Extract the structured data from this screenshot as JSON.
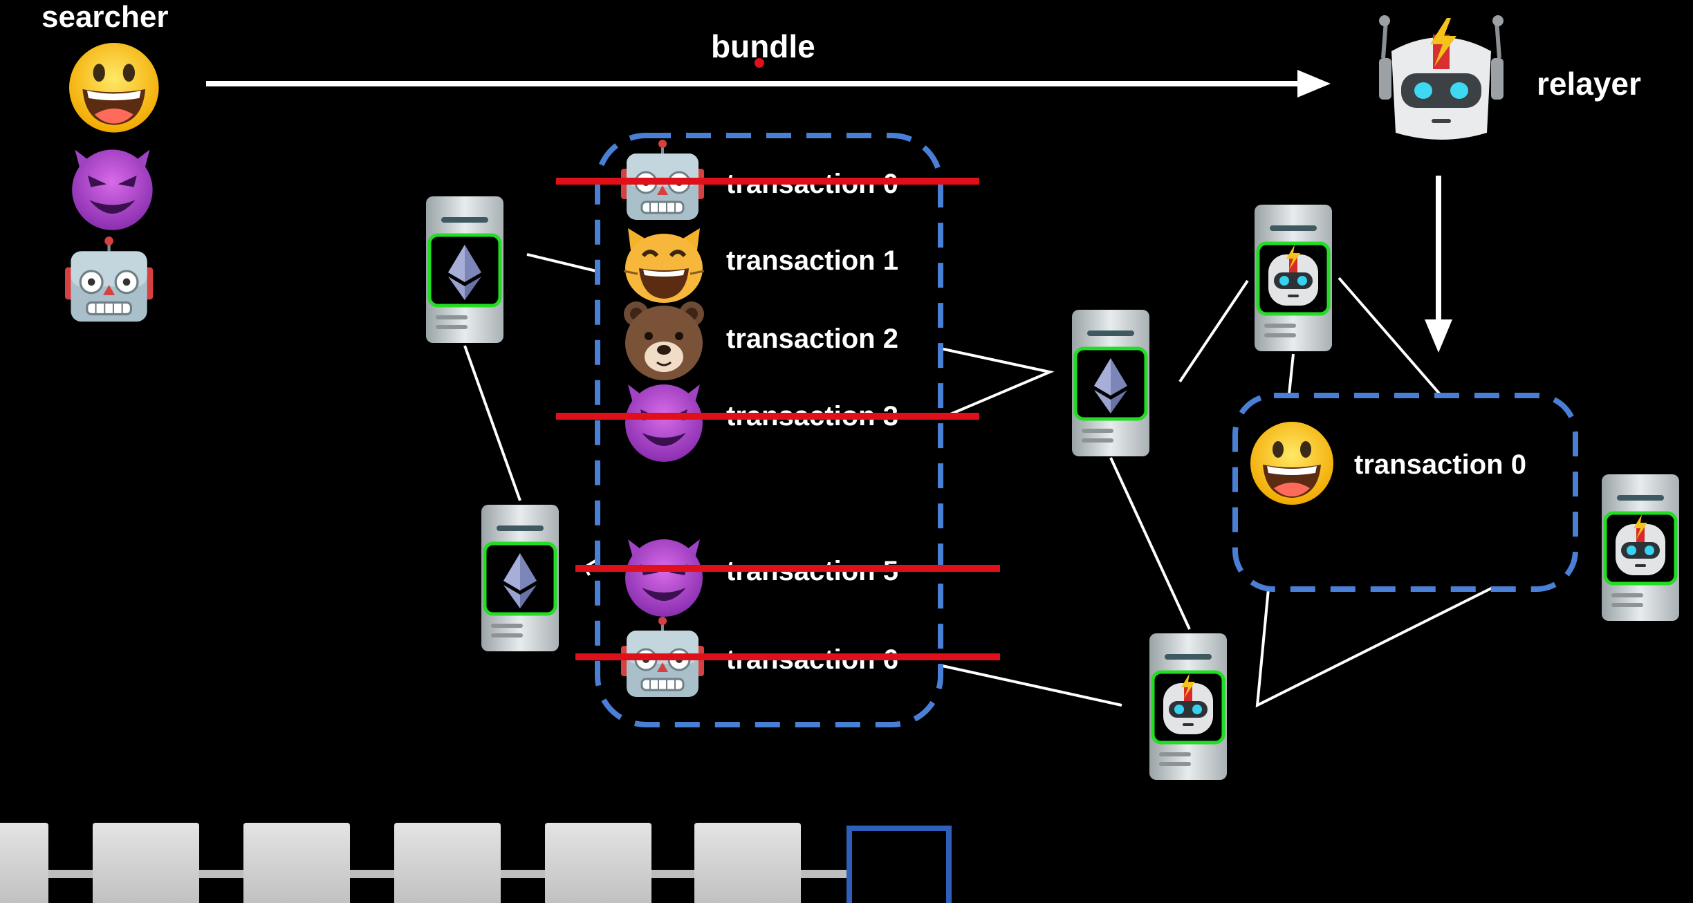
{
  "labels": {
    "searcher": "searcher",
    "bundle": "bundle",
    "relayer": "relayer"
  },
  "bundle_transactions": [
    {
      "label": "transaction 0",
      "sender": "robot-icon",
      "crossed_out": true
    },
    {
      "label": "transaction 1",
      "sender": "cat-icon",
      "crossed_out": false
    },
    {
      "label": "transaction 2",
      "sender": "bear-icon",
      "crossed_out": false
    },
    {
      "label": "transaction 3",
      "sender": "devil-icon",
      "crossed_out": true
    },
    {
      "label": "transaction 5",
      "sender": "devil-icon",
      "crossed_out": true
    },
    {
      "label": "transaction 6",
      "sender": "robot-icon",
      "crossed_out": true
    }
  ],
  "relayed_transactions": [
    {
      "label": "transaction 0",
      "sender": "smiley-icon"
    }
  ],
  "searchers": [
    "smiley-icon",
    "devil-icon",
    "robot-icon"
  ],
  "colors": {
    "background": "#000000",
    "dashed_box": "#4a7fd6",
    "strike": "#e0101a",
    "node_border": "#22dd22",
    "block": "#d0d0d0",
    "pending_block": "#2f5fb8"
  }
}
